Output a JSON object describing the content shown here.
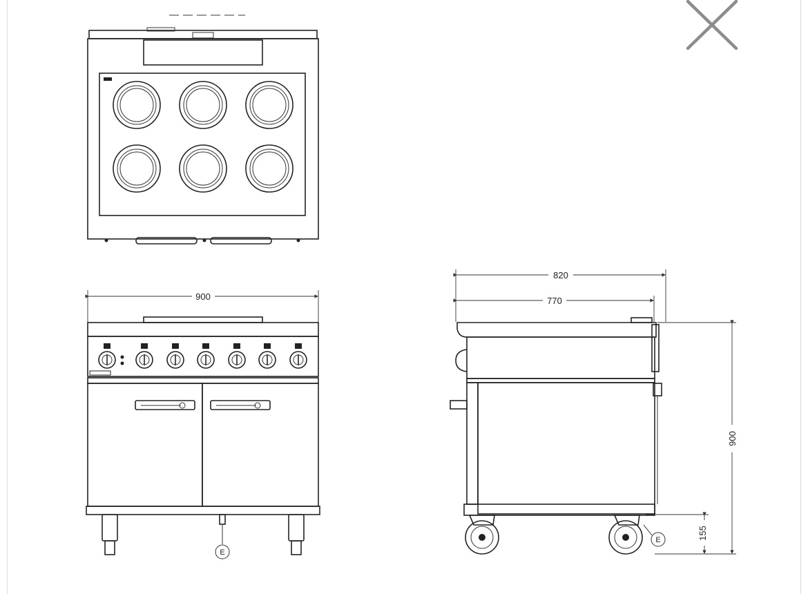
{
  "dimensions": {
    "front_width": "900",
    "side_depth_overall": "820",
    "side_depth_body": "770",
    "side_height": "900",
    "leg_height": "155"
  },
  "labels": {
    "earth_front": "E",
    "earth_side": "E"
  },
  "icons": {
    "close": "close-x-icon"
  },
  "colors": {
    "line": "#222222",
    "close_icon": "#8c8c8c",
    "frame": "#d9d9d9"
  }
}
